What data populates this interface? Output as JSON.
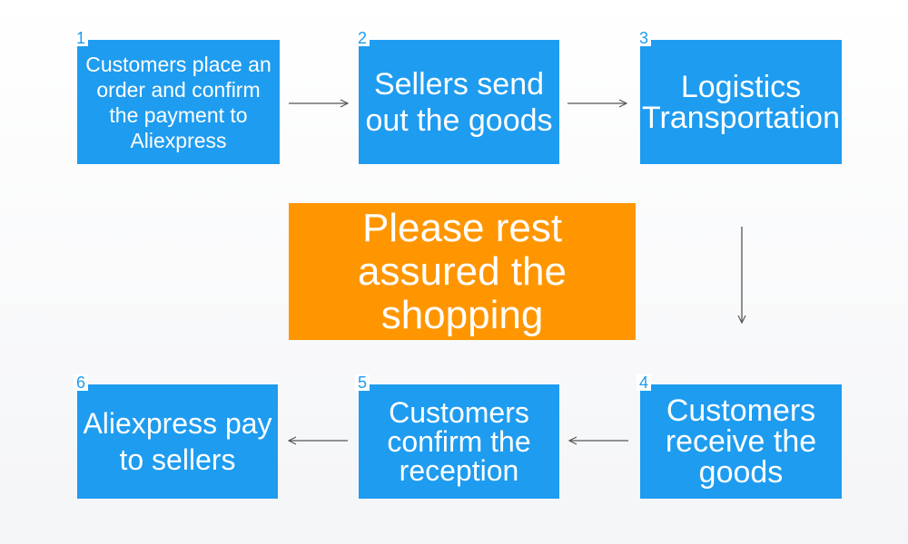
{
  "steps": [
    {
      "number": "1",
      "label": "Customers place an order and confirm the payment to Aliexpress"
    },
    {
      "number": "2",
      "label": "Sellers send out the goods"
    },
    {
      "number": "3",
      "label": "Logistics Transportation"
    },
    {
      "number": "4",
      "label": "Customers receive the goods"
    },
    {
      "number": "5",
      "label": "Customers confirm the reception"
    },
    {
      "number": "6",
      "label": "Aliexpress pay to sellers"
    }
  ],
  "center": {
    "label": "Please rest assured the shopping"
  },
  "colors": {
    "step_box": "#1e9cf0",
    "center_box": "#ff9600",
    "arrow": "#555555"
  }
}
